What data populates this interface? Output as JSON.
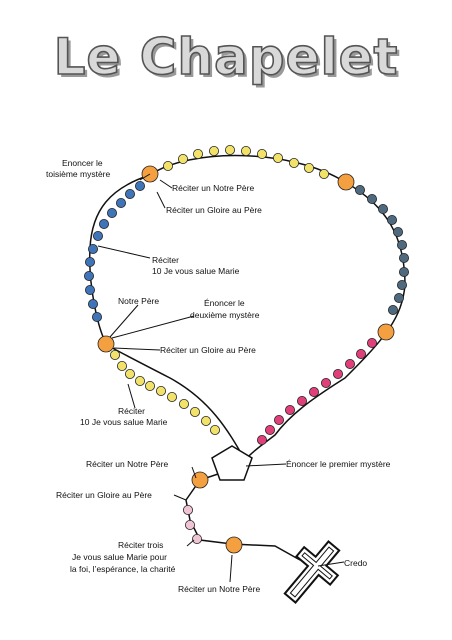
{
  "title": "Le Chapelet",
  "labels": {
    "enoncer_troisieme_1": "Enoncer le",
    "enoncer_troisieme_2": "toisième mystère",
    "notre_pere_haut": "Réciter un Notre Père",
    "gloire_haut": "Réciter un Gloire au Père",
    "reciter_dizaine_haut_1": "Réciter",
    "reciter_dizaine_haut_2": "10 Je vous salue Marie",
    "notre_pere_milieu": "Notre Père",
    "enoncer_deuxieme_1": "Énoncer le",
    "enoncer_deuxieme_2": "deuxième mystère",
    "gloire_milieu": "Réciter un Gloire au Père",
    "reciter_dizaine_bas_1": "Réciter",
    "reciter_dizaine_bas_2": "10 Je vous salue Marie",
    "enoncer_premier": "Énoncer le premier mystère",
    "notre_pere_bas": "Réciter un Notre Père",
    "gloire_bas": "Réciter un Gloire au Père",
    "trois_1": "Réciter trois",
    "trois_2": "Je vous salue Marie pour",
    "trois_3": "la foi, l’espérance, la charité",
    "notre_pere_pendant": "Réciter un Notre Père",
    "credo": "Credo"
  },
  "colors": {
    "yellow_bead": "#f2e26a",
    "blue_bead": "#3f74b8",
    "slate_bead": "#4f6a7e",
    "pink_bead": "#e0407a",
    "light_pink_bead": "#f0c4d4",
    "orange_bead": "#f4a040",
    "chain": "#111111"
  }
}
